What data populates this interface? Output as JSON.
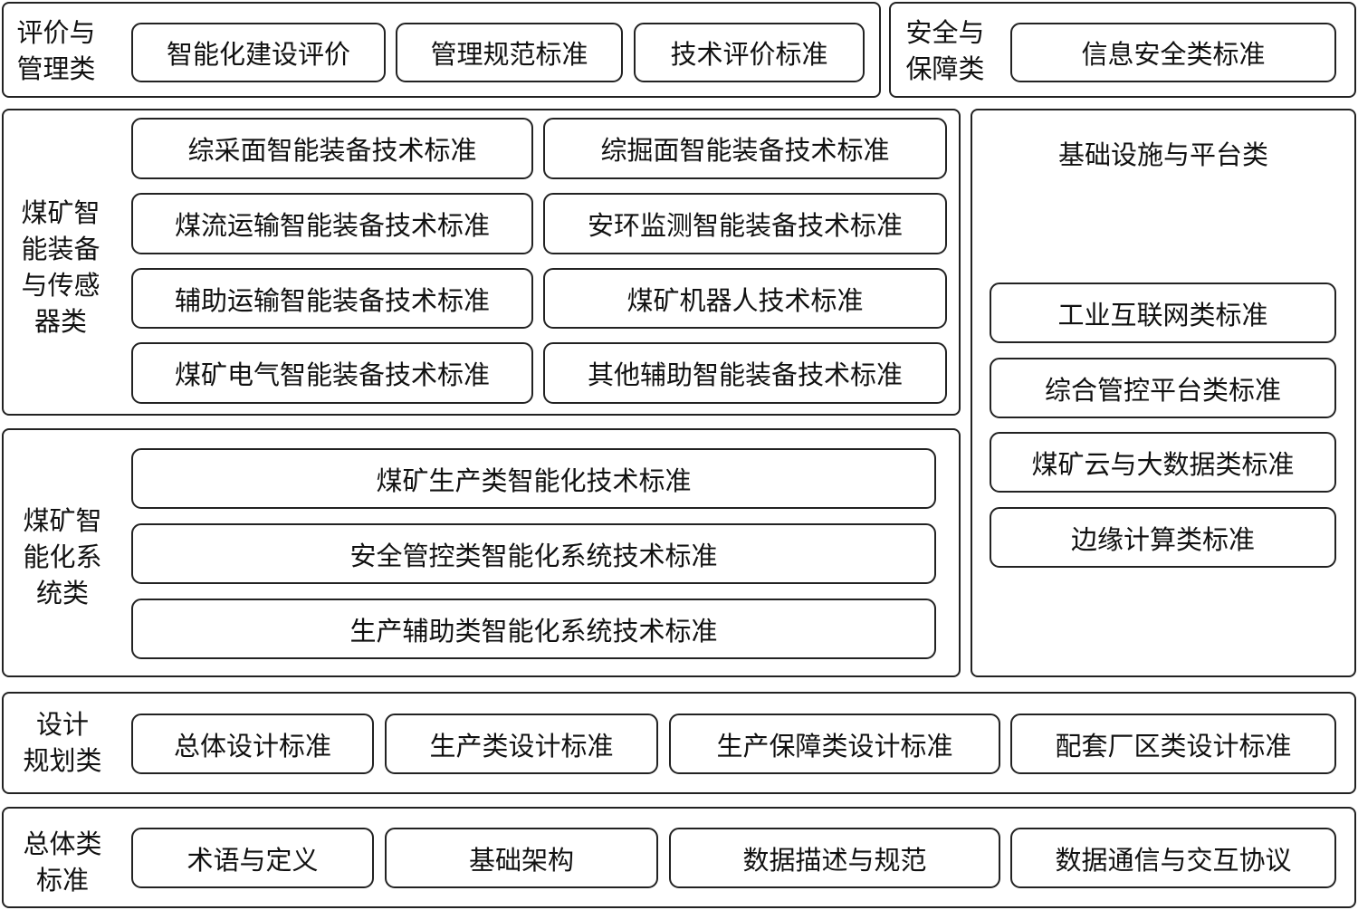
{
  "evaluation": {
    "label": "评价与\n管理类",
    "items": [
      "智能化建设评价",
      "管理规范标准",
      "技术评价标准"
    ]
  },
  "security": {
    "label": "安全与\n保障类",
    "items": [
      "信息安全类标准"
    ]
  },
  "equipment": {
    "label": "煤矿智\n能装备\n与传感\n器类",
    "items": [
      "综采面智能装备技术标准",
      "综掘面智能装备技术标准",
      "煤流运输智能装备技术标准",
      "安环监测智能装备技术标准",
      "辅助运输智能装备技术标准",
      "煤矿机器人技术标准",
      "煤矿电气智能装备技术标准",
      "其他辅助智能装备技术标准"
    ]
  },
  "systems": {
    "label": "煤矿智\n能化系\n统类",
    "items": [
      "煤矿生产类智能化技术标准",
      "安全管控类智能化系统技术标准",
      "生产辅助类智能化系统技术标准"
    ]
  },
  "infrastructure": {
    "title": "基础设施与平台类",
    "items": [
      "工业互联网类标准",
      "综合管控平台类标准",
      "煤矿云与大数据类标准",
      "边缘计算类标准"
    ]
  },
  "design": {
    "label": "设计\n规划类",
    "items": [
      "总体设计标准",
      "生产类设计标准",
      "生产保障类设计标准",
      "配套厂区类设计标准"
    ]
  },
  "general": {
    "label": "总体类\n标准",
    "items": [
      "术语与定义",
      "基础架构",
      "数据描述与规范",
      "数据通信与交互协议"
    ]
  }
}
